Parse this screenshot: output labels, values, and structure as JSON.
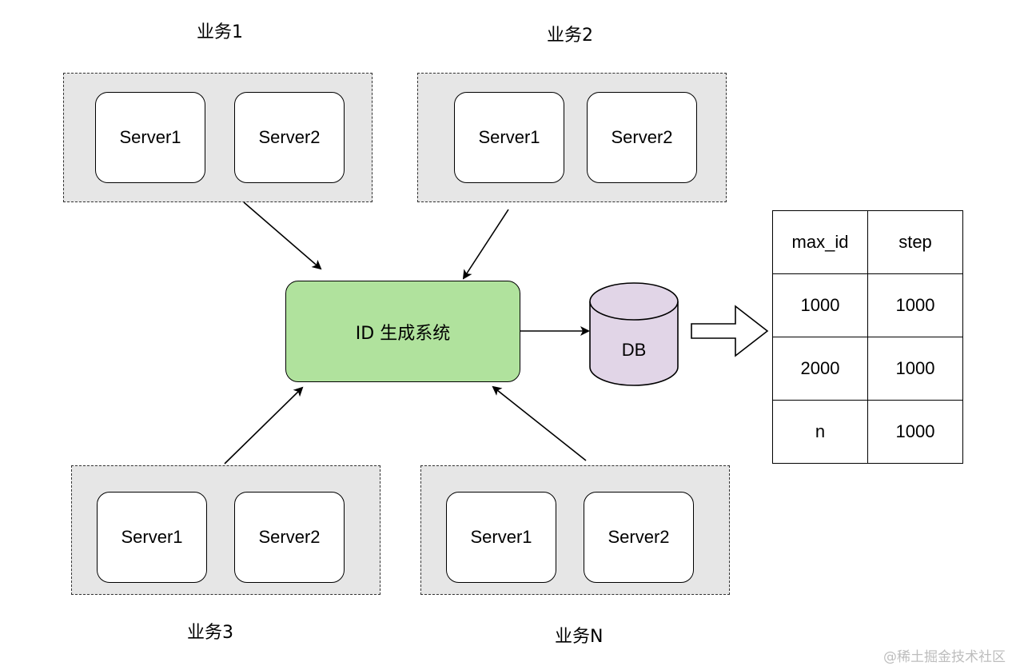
{
  "groups": [
    {
      "label": "业务1",
      "servers": [
        "Server1",
        "Server2"
      ]
    },
    {
      "label": "业务2",
      "servers": [
        "Server1",
        "Server2"
      ]
    },
    {
      "label": "业务3",
      "servers": [
        "Server1",
        "Server2"
      ]
    },
    {
      "label": "业务N",
      "servers": [
        "Server1",
        "Server2"
      ]
    }
  ],
  "id_system": {
    "label": "ID 生成系统",
    "fill": "#b0e29d"
  },
  "db": {
    "label": "DB",
    "fill": "#e1d5e7"
  },
  "table": {
    "headers": [
      "max_id",
      "step"
    ],
    "rows": [
      [
        "1000",
        "1000"
      ],
      [
        "2000",
        "1000"
      ],
      [
        "n",
        "1000"
      ]
    ]
  },
  "watermark": "@稀土掘金技术社区"
}
